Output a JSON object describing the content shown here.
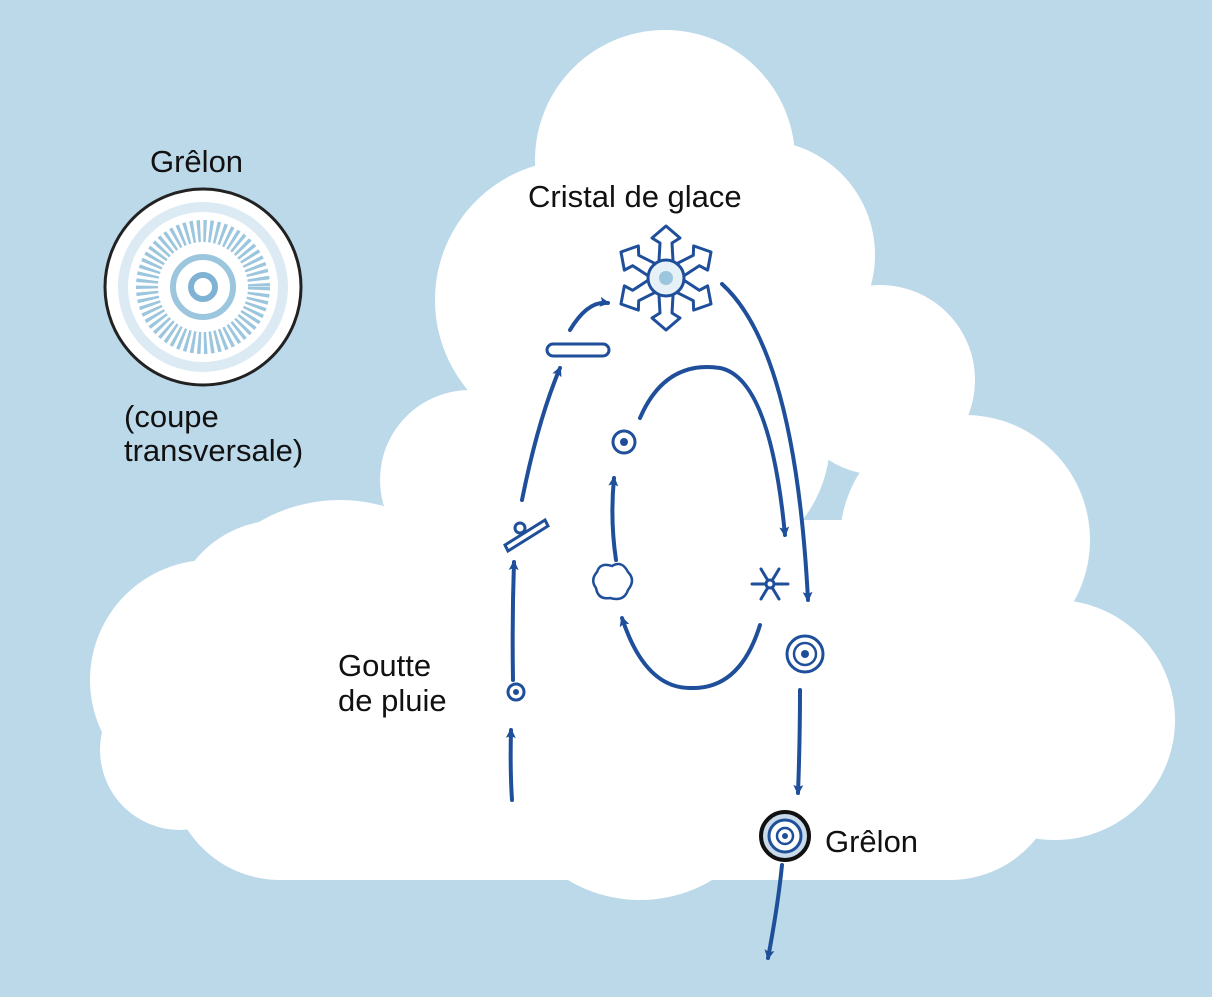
{
  "labels": {
    "hailstone_section_title": "Grêlon",
    "cross_section_line1": "(coupe",
    "cross_section_line2": "transversale)",
    "ice_crystal": "Cristal de glace",
    "raindrop_line1": "Goutte",
    "raindrop_line2": "de pluie",
    "hailstone_final": "Grêlon"
  },
  "colors": {
    "sky": "#bcd9ea",
    "cloud": "#ffffff",
    "arrow": "#1f4f9a",
    "ice_detail": "#9cc6de",
    "text": "#111111"
  },
  "icons": [
    "hailstone-cross-section-icon",
    "ice-crystal-icon",
    "raindrop-icon",
    "ice-needle-icon",
    "graupel-icon",
    "snowflake-icon",
    "small-hailstone-icon",
    "hailstone-icon"
  ]
}
